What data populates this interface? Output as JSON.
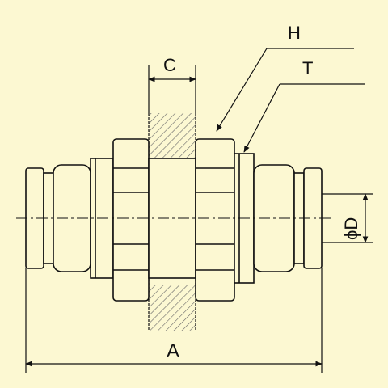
{
  "labels": {
    "c": "C",
    "h": "H",
    "t": "T",
    "d": "ϕD",
    "a": "A"
  },
  "colors": {
    "background": "#fcf8d2",
    "line": "#111111",
    "hatch": "#555555"
  }
}
